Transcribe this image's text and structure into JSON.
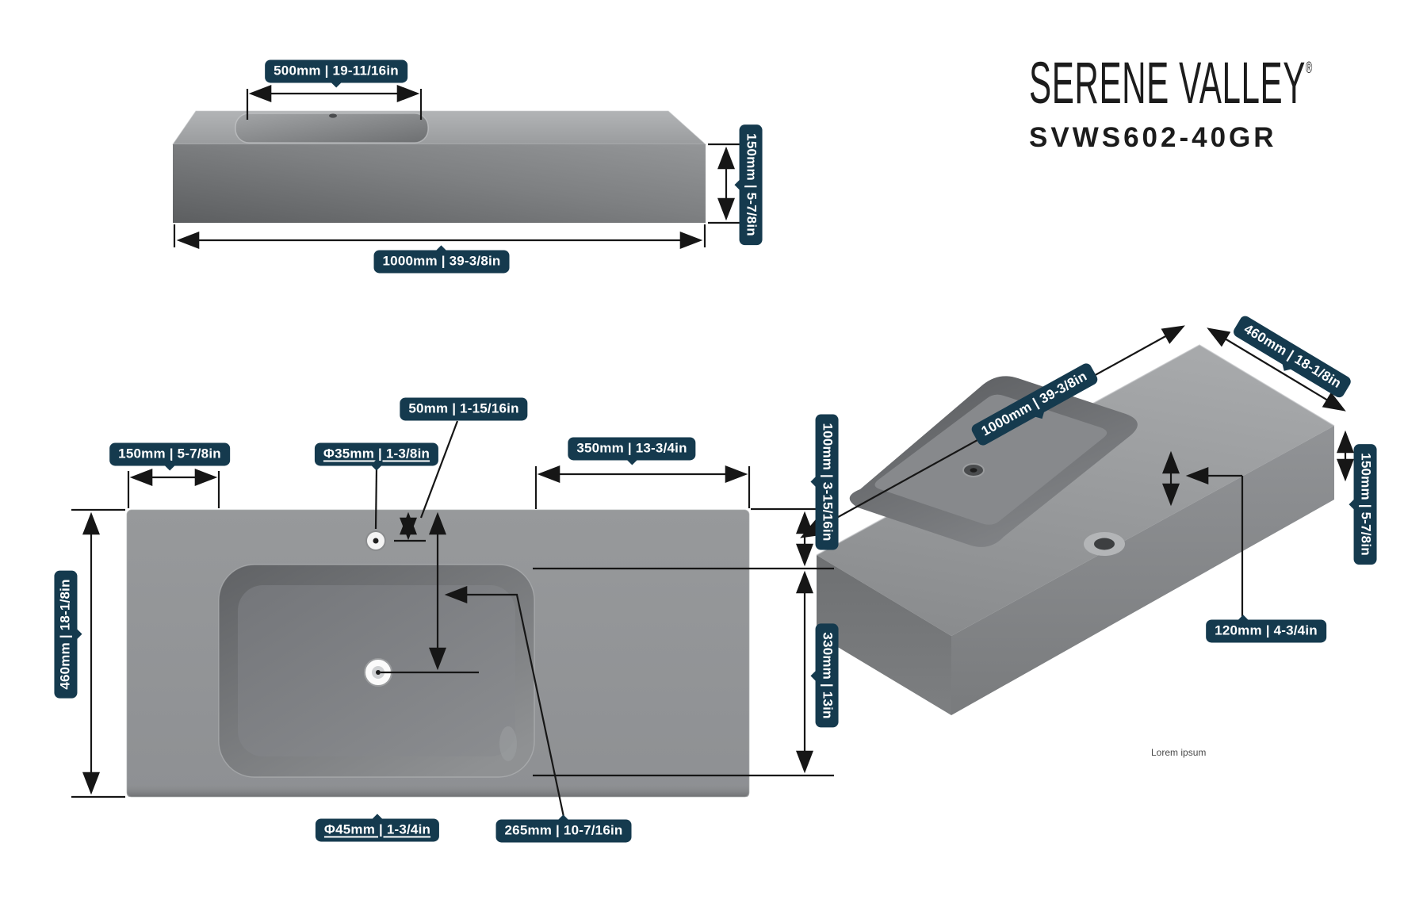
{
  "brand": {
    "name": "SERENE VALLEY",
    "registered": "®",
    "model": "SVWS602-40GR"
  },
  "footnote": "Lorem ipsum",
  "dims": {
    "front": {
      "basin_width": "500mm | 19-11/16in",
      "height": "150mm | 5-7/8in",
      "total_width": "1000mm | 39-3/8in"
    },
    "plan": {
      "left_to_basin": "150mm | 5-7/8in",
      "faucet_hole_dia": "Φ35mm | 1-3/8in",
      "faucet_offset": "50mm | 1-15/16in",
      "counter_right": "350mm | 13-3/4in",
      "back_to_basin": "100mm | 3-15/16in",
      "basin_front_back": "330mm | 13in",
      "total_depth": "460mm | 18-1/8in",
      "drain_dia": "Φ45mm | 1-3/4in",
      "back_to_drain": "265mm | 10-7/16in"
    },
    "iso": {
      "total_width": "1000mm | 39-3/8in",
      "total_depth": "460mm | 18-1/8in",
      "height": "150mm | 5-7/8in",
      "basin_depth": "120mm | 4-3/4in"
    }
  },
  "colors": {
    "badge_bg": "#153a4e",
    "line": "#161616",
    "body_gray": "#929497"
  }
}
